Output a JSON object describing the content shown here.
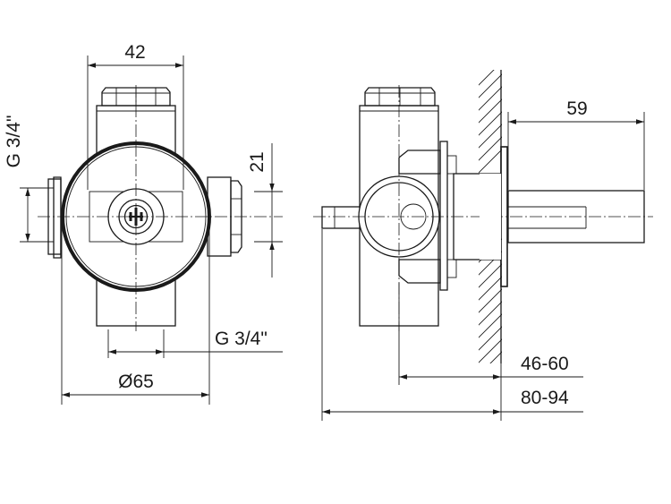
{
  "front_view": {
    "dim_width": "42",
    "dim_thread_left": "G 3/4\"",
    "dim_thread_bottom": "G 3/4\"",
    "dim_diameter": "Ø65"
  },
  "side_view": {
    "dim_offset": "21",
    "dim_spindle": "59",
    "dim_depth_min": "46-60",
    "dim_depth_total": "80-94"
  }
}
